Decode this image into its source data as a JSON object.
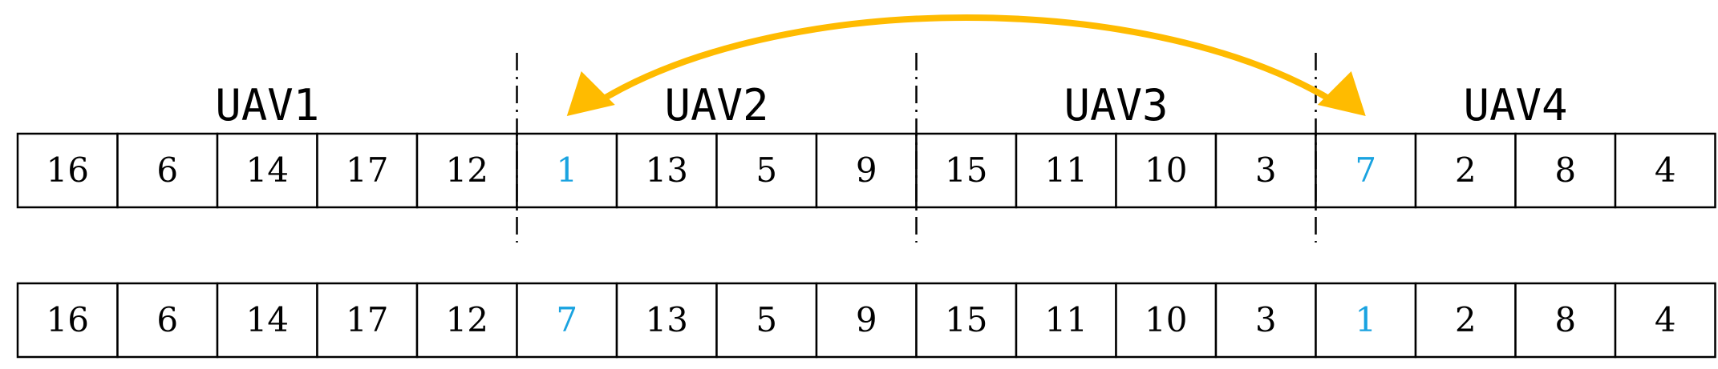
{
  "groups": [
    {
      "label": "UAV1"
    },
    {
      "label": "UAV2"
    },
    {
      "label": "UAV3"
    },
    {
      "label": "UAV4"
    }
  ],
  "rows": [
    {
      "name": "before-swap",
      "cells": [
        "16",
        "6",
        "14",
        "17",
        "12",
        "1",
        "13",
        "5",
        "9",
        "15",
        "11",
        "10",
        "3",
        "7",
        "2",
        "8",
        "4"
      ]
    },
    {
      "name": "after-swap",
      "cells": [
        "16",
        "6",
        "14",
        "17",
        "12",
        "7",
        "13",
        "5",
        "9",
        "15",
        "11",
        "10",
        "3",
        "1",
        "2",
        "8",
        "4"
      ]
    }
  ],
  "highlight_cell_indices": [
    5,
    13
  ],
  "group_boundaries_after_cell": [
    4,
    8,
    12
  ],
  "colors": {
    "text": "#000000",
    "highlight": "#1aa3e0",
    "arrow": "#ffbb00",
    "border": "#000000"
  }
}
